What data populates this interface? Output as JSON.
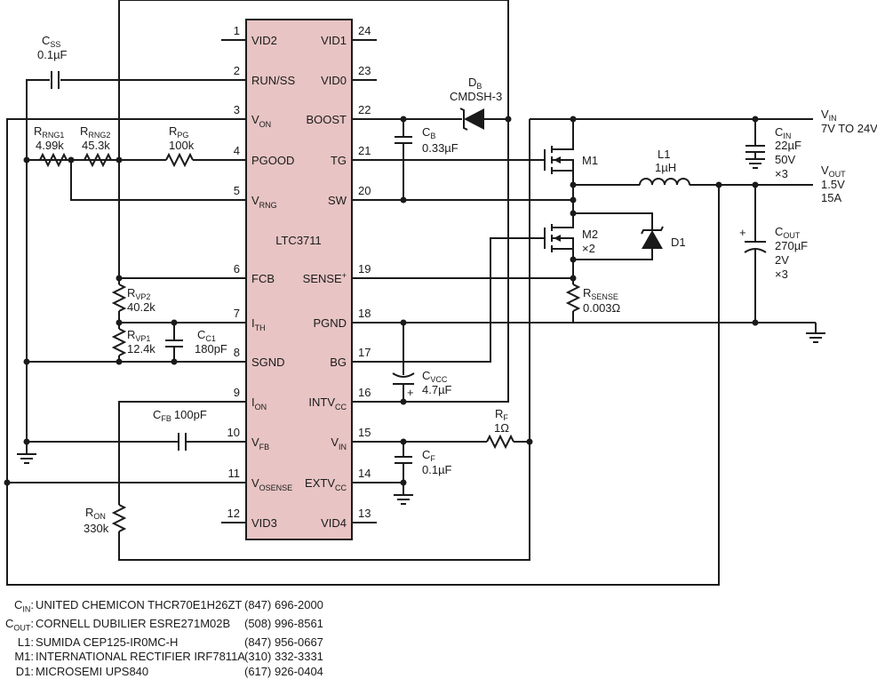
{
  "ic": {
    "name": "LTC3711",
    "fill": "#e8c4c4",
    "pins_left": [
      {
        "num": "1",
        "name": "VID2"
      },
      {
        "num": "2",
        "name": "RUN/SS"
      },
      {
        "num": "3",
        "name": "V",
        "sub": "ON"
      },
      {
        "num": "4",
        "name": "PGOOD"
      },
      {
        "num": "5",
        "name": "V",
        "sub": "RNG"
      },
      {
        "num": "6",
        "name": "FCB"
      },
      {
        "num": "7",
        "name": "I",
        "sub": "TH"
      },
      {
        "num": "8",
        "name": "SGND"
      },
      {
        "num": "9",
        "name": "I",
        "sub": "ON"
      },
      {
        "num": "10",
        "name": "V",
        "sub": "FB"
      },
      {
        "num": "11",
        "name": "V",
        "sub": "OSENSE"
      },
      {
        "num": "12",
        "name": "VID3"
      }
    ],
    "pins_right": [
      {
        "num": "24",
        "name": "VID1"
      },
      {
        "num": "23",
        "name": "VID0"
      },
      {
        "num": "22",
        "name": "BOOST"
      },
      {
        "num": "21",
        "name": "TG"
      },
      {
        "num": "20",
        "name": "SW"
      },
      {
        "num": "19",
        "name": "SENSE",
        "sup": "+"
      },
      {
        "num": "18",
        "name": "PGND"
      },
      {
        "num": "17",
        "name": "BG"
      },
      {
        "num": "16",
        "name": "INTV",
        "sub": "CC"
      },
      {
        "num": "15",
        "name": "V",
        "sub": "IN"
      },
      {
        "num": "14",
        "name": "EXTV",
        "sub": "CC"
      },
      {
        "num": "13",
        "name": "VID4"
      }
    ]
  },
  "components": {
    "css": {
      "ref": "C",
      "ref_sub": "SS",
      "value": "0.1µF"
    },
    "rrng1": {
      "ref": "R",
      "ref_sub": "RNG1",
      "value": "4.99k"
    },
    "rrng2": {
      "ref": "R",
      "ref_sub": "RNG2",
      "value": "45.3k"
    },
    "rpg": {
      "ref": "R",
      "ref_sub": "PG",
      "value": "100k"
    },
    "rvp2": {
      "ref": "R",
      "ref_sub": "VP2",
      "value": "40.2k"
    },
    "rvp1": {
      "ref": "R",
      "ref_sub": "VP1",
      "value": "12.4k"
    },
    "cc1": {
      "ref": "C",
      "ref_sub": "C1",
      "value": "180pF"
    },
    "cfb": {
      "ref": "C",
      "ref_sub": "FB",
      "value": "100pF"
    },
    "ron": {
      "ref": "R",
      "ref_sub": "ON",
      "value": "330k"
    },
    "db": {
      "ref": "D",
      "ref_sub": "B",
      "value": "CMDSH-3"
    },
    "cb": {
      "ref": "C",
      "ref_sub": "B",
      "value": "0.33µF"
    },
    "m1": {
      "ref": "M1"
    },
    "m2": {
      "ref": "M2",
      "value": "×2"
    },
    "d1": {
      "ref": "D1"
    },
    "l1": {
      "ref": "L1",
      "value": "1µH"
    },
    "cin": {
      "ref": "C",
      "ref_sub": "IN",
      "value": "22µF",
      "value2": "50V",
      "value3": "×3"
    },
    "cout": {
      "ref": "C",
      "ref_sub": "OUT",
      "value": "270µF",
      "value2": "2V",
      "value3": "×3"
    },
    "rsense": {
      "ref": "R",
      "ref_sub": "SENSE",
      "value": "0.003Ω"
    },
    "cvcc": {
      "ref": "C",
      "ref_sub": "VCC",
      "value": "4.7µF"
    },
    "rf": {
      "ref": "R",
      "ref_sub": "F",
      "value": "1Ω"
    },
    "cf": {
      "ref": "C",
      "ref_sub": "F",
      "value": "0.1µF"
    }
  },
  "nets": {
    "vin": {
      "name": "V",
      "sub": "IN",
      "value": "7V TO 24V"
    },
    "vout": {
      "name": "V",
      "sub": "OUT",
      "value": "1.5V",
      "value2": "15A"
    },
    "plus": "+"
  },
  "bom": [
    {
      "ref": "C",
      "ref_sub": "IN",
      "part": "UNITED CHEMICON THCR70E1H26ZT",
      "phone": "(847) 696-2000"
    },
    {
      "ref": "C",
      "ref_sub": "OUT",
      "part": "CORNELL DUBILIER ESRE271M02B",
      "phone": "(508) 996-8561"
    },
    {
      "ref": "L1",
      "ref_sub": "",
      "part": "SUMIDA CEP125-IR0MC-H",
      "phone": "(847) 956-0667"
    },
    {
      "ref": "M1",
      "ref_sub": "",
      "part": "INTERNATIONAL RECTIFIER  IRF7811A",
      "phone": "(310) 332-3331"
    },
    {
      "ref": "D1",
      "ref_sub": "",
      "part": "MICROSEMI UPS840",
      "phone": "(617) 926-0404"
    }
  ]
}
